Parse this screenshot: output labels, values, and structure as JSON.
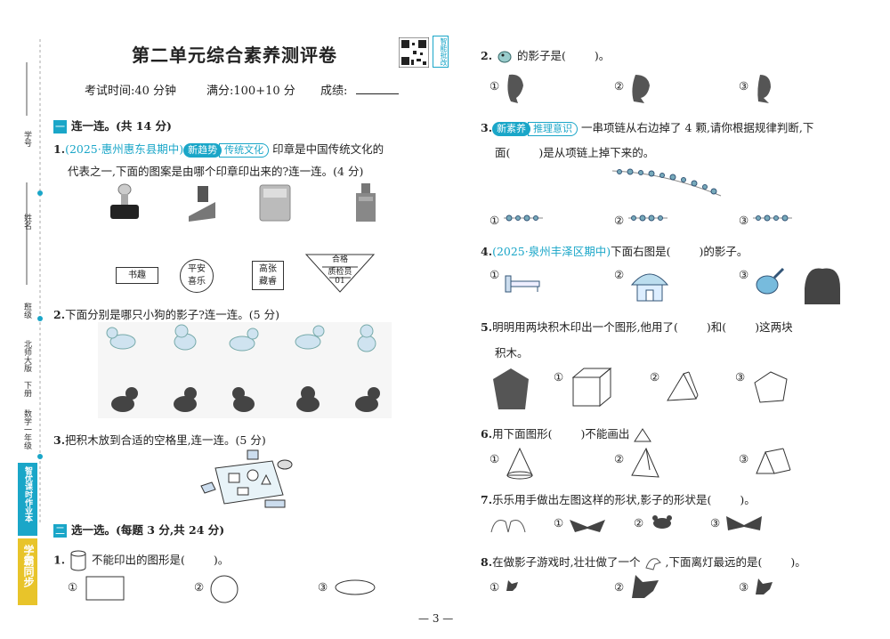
{
  "title": "第二单元综合素养测评卷",
  "qr_label": "智能批改",
  "exam_info": {
    "time": "考试时间:40 分钟",
    "score": "满分:100+10 分",
    "result": "成绩:"
  },
  "sidebar": {
    "xuehao": "学号",
    "xingming": "姓名",
    "banji": "班级",
    "book_title": "北师大版",
    "volume": "下册",
    "grade": "数学一年级",
    "series": "智优课时作业本",
    "brand": "学霸同步"
  },
  "section1": {
    "num": "一",
    "title": "连一连。(共 14 分)"
  },
  "q1": {
    "num": "1.",
    "source": "(2025·惠州惠东县期中)",
    "tag1": "新趋势",
    "tag2": "传统文化",
    "text1": "印章是中国传统文化的",
    "text2": "代表之一,下面的图案是由哪个印章印出来的?连一连。(4 分)",
    "stamps": [
      "书趣",
      "平安喜乐",
      "高张藏睿"
    ],
    "stamp_pingan": [
      "平安",
      "喜乐"
    ],
    "stamp_gaozhang": [
      "高张",
      "藏睿"
    ],
    "stamp_tri": [
      "合格",
      "质检员",
      "01"
    ]
  },
  "q2": {
    "num": "2.",
    "text": "下面分别是哪只小狗的影子?连一连。(5 分)"
  },
  "q3": {
    "num": "3.",
    "text": "把积木放到合适的空格里,连一连。(5 分)"
  },
  "section2": {
    "num": "二",
    "title": "选一选。(每题 3 分,共 24 分)"
  },
  "s2q1": {
    "num": "1.",
    "text": "不能印出的图形是(",
    "close": ")。"
  },
  "r2": {
    "num": "2.",
    "text1": "的影子是(",
    "text2": ")。"
  },
  "r3": {
    "num": "3.",
    "tag1": "新素养",
    "tag2": "推理意识",
    "text1": "一串项链从右边掉了 4 颗,请你根据规律判断,下",
    "text2a": "面(",
    "text2b": ")是从项链上掉下来的。"
  },
  "r4": {
    "num": "4.",
    "source": "(2025·泉州丰泽区期中)",
    "text1": "下面右图是(",
    "text2": ")的影子。"
  },
  "r5": {
    "num": "5.",
    "text1": "明明用两块积木印出一个图形,他用了(",
    "text2": ")和(",
    "text3": ")这两块",
    "text4": "积木。"
  },
  "r6": {
    "num": "6.",
    "text1": "用下面图形(",
    "text2": ")不能画出"
  },
  "r7": {
    "num": "7.",
    "text1": "乐乐用手做出左图这样的形状,影子的形状是(",
    "text2": ")。"
  },
  "r8": {
    "num": "8.",
    "text1": "在做影子游戏时,壮壮做了一个",
    "text2": ",下面离灯最远的是(",
    "text3": ")。"
  },
  "opts": {
    "a": "①",
    "b": "②",
    "c": "③"
  },
  "page_number": "— 3 —"
}
